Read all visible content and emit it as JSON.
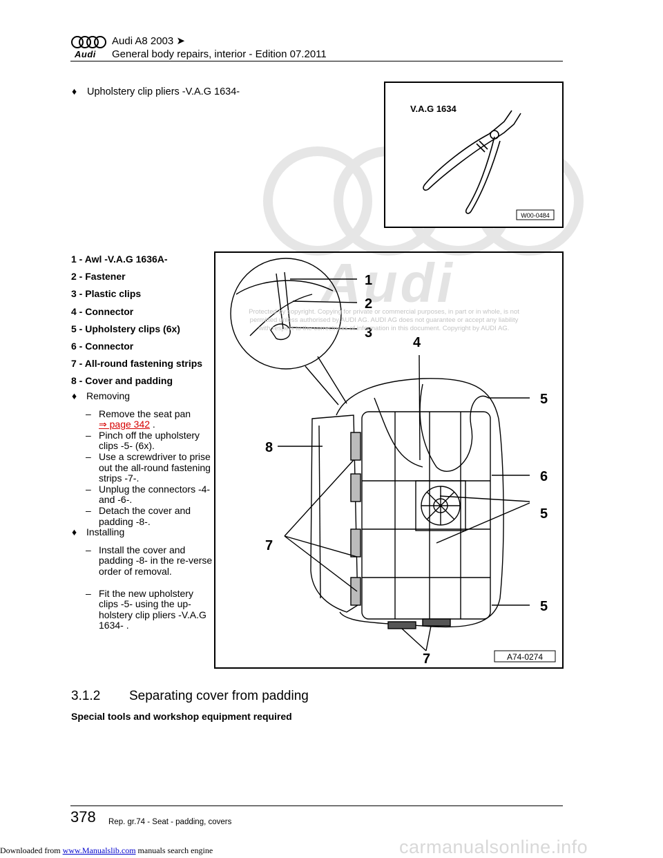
{
  "header": {
    "title": "Audi A8 2003",
    "arrow": "➤",
    "brand_word": "Audi",
    "subtitle": "General body repairs, interior - Edition 07.2011"
  },
  "watermark": {
    "brand": "Audi",
    "copyright_lines": [
      "Protected by copyright. Copying for private or commercial purposes, in part or in whole, is not",
      "permitted unless authorised by AUDI AG. AUDI AG does not guarantee or accept any liability",
      "with respect to the correctness of information in this document. Copyright by AUDI AG."
    ]
  },
  "tool": {
    "bullet": "♦",
    "text": "Upholstery clip pliers -V.A.G 1634-",
    "image_label": "V.A.G 1634",
    "image_code": "W00-0484"
  },
  "legend": [
    "1 - Awl -V.A.G 1636A-",
    "2 - Fastener",
    "3 - Plastic clips",
    "4 - Connector",
    "5 - Upholstery clips (6x)",
    "6 - Connector",
    "7 - All-round fastening strips",
    "8 - Cover and padding"
  ],
  "steps": {
    "removing": "Removing",
    "remove_seat_pan": "Remove the seat pan",
    "link": "⇒ page 342",
    "link_suffix": " .",
    "pinch": "Pinch off the upholstery clips -5- (6x).",
    "screwdriver": "Use a screwdriver to prise out the all-round fastening strips -7-.",
    "unplug": "Unplug the connectors -4- and -6-.",
    "detach": "Detach the cover and padding -8-.",
    "installing": "Installing",
    "install": "Install the cover and padding -8- in the re-verse order of removal.",
    "fit": "Fit the new upholstery clips -5- using the up-holstery clip pliers -V.A.G 1634- ."
  },
  "diagram": {
    "code": "A74-0274",
    "callouts": [
      "1",
      "2",
      "3",
      "4",
      "5",
      "8",
      "6",
      "5",
      "7",
      "5",
      "7"
    ]
  },
  "section": {
    "number": "3.1.2",
    "title": "Separating cover from padding",
    "subtitle": "Special tools and workshop equipment required"
  },
  "footer": {
    "page": "378",
    "text": "Rep. gr.74 - Seat - padding, covers"
  },
  "download_bar": {
    "prefix": "Downloaded from",
    "link": "www.Manualslib.com",
    "suffix": "manuals search engine",
    "site": "carmanualsonline.info"
  }
}
